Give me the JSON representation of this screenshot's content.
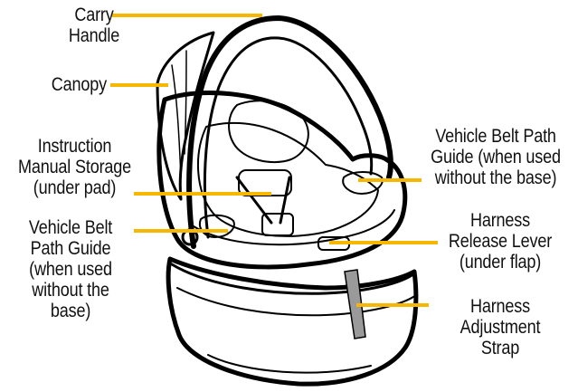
{
  "colors": {
    "leader_line": "#f5b700",
    "adjustment_strap": "#9a9a9a",
    "outline": "#000000"
  },
  "labels": {
    "carry_handle": "Carry\nHandle",
    "canopy": "Canopy",
    "instruction_manual_storage": "Instruction\nManual Storage\n(under pad)",
    "vehicle_belt_path_guide_left": "Vehicle Belt\nPath Guide\n(when used\nwithout the\nbase)",
    "vehicle_belt_path_guide_right": "Vehicle Belt Path\nGuide (when used\nwithout the base)",
    "harness_release_lever": "Harness\nRelease Lever\n(under flap)",
    "harness_adjustment_strap": "Harness\nAdjustment\nStrap"
  }
}
